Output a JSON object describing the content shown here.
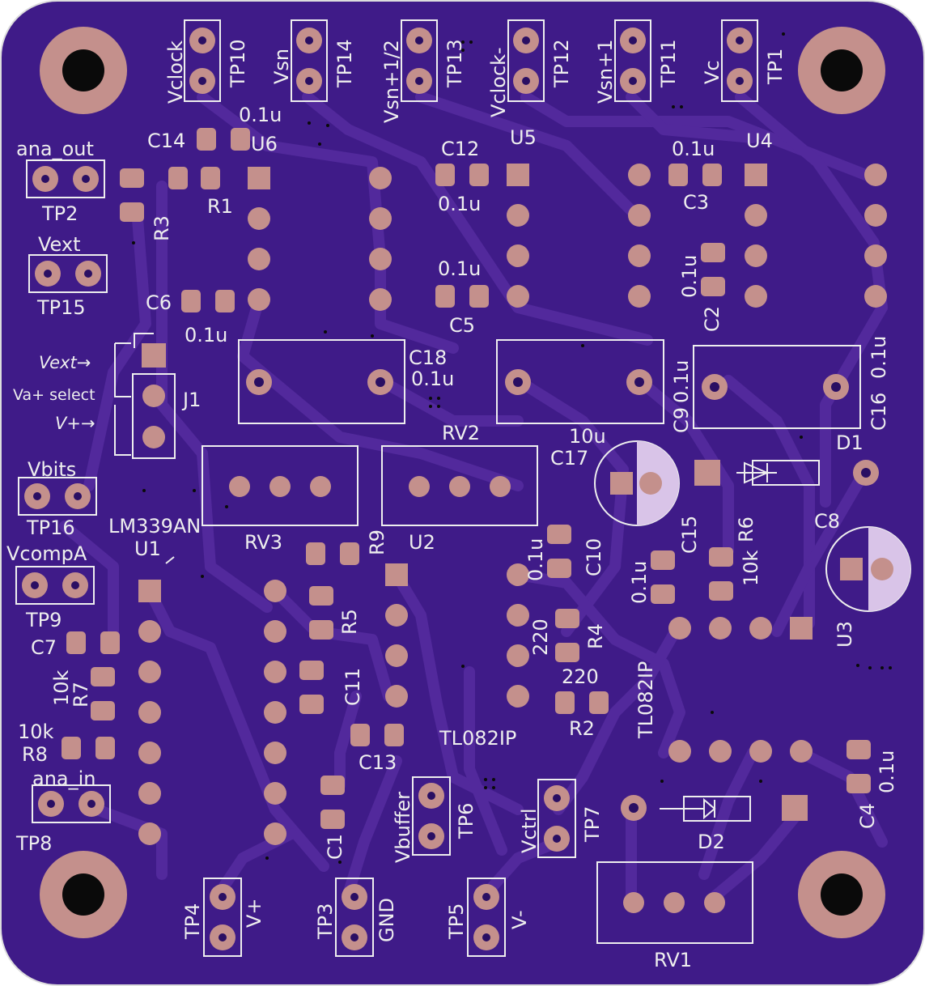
{
  "colors": {
    "board": "#3f1b88",
    "trace": "#52299c",
    "trace_edge": "#2a0f63",
    "silk": "#eeeeee",
    "copper": "#c4908c",
    "drill": "#0a0a0a",
    "outline": "#dddddd"
  },
  "labels": {
    "TP10": "TP10",
    "Vclock": "Vclock",
    "TP14": "TP14",
    "Vsn": "Vsn",
    "TP13": "TP13",
    "Vsn_half": "Vsn+1/2",
    "TP12": "TP12",
    "Vclock_minus": "Vclock-",
    "TP11": "TP11",
    "Vsn_plus1": "Vsn+1",
    "TP1": "TP1",
    "Vc": "Vc",
    "ana_out": "ana_out",
    "TP2": "TP2",
    "Vext": "Vext",
    "TP15": "TP15",
    "C14": "C14",
    "C14_val": "0.1u",
    "U6": "U6",
    "R1": "R1",
    "R3": "R3",
    "C6": "C6",
    "C6_val": "0.1u",
    "C12": "C12",
    "C12_val": "0.1u",
    "U5": "U5",
    "C5": "C5",
    "C5_val": "0.1u",
    "C3": "C3",
    "C3_val": "0.1u",
    "U4": "U4",
    "C2": "C2",
    "C2_val": "0.1u",
    "C18": "C18",
    "C18_val": "0.1u",
    "C9": "C9",
    "C9_val": "0.1u",
    "C16": "C16",
    "C16_val": "0.1u",
    "Vext_arrow": "Vext→",
    "Va_select": "Va+ select",
    "Vplus_arrow": "V+→",
    "J1": "J1",
    "RV2": "RV2",
    "C17": "C17",
    "C17_val": "10u",
    "D1": "D1",
    "Vbits": "Vbits",
    "TP16": "TP16",
    "LM339AN": "LM339AN",
    "RV3": "RV3",
    "R9": "R9",
    "U2": "U2",
    "U1": "U1",
    "VcompA": "VcompA",
    "TP9": "TP9",
    "C10": "C10",
    "C10_val": "0.1u",
    "C15": "C15",
    "C15_val": "0.1u",
    "R6": "R6",
    "R6_val": "10k",
    "C8": "C8",
    "U3": "U3",
    "R5": "R5",
    "R4": "R4",
    "R4_val": "220",
    "R2": "R2",
    "R2_val": "220",
    "C7": "C7",
    "R7": "R7",
    "R7_val": "10k",
    "R8": "R8",
    "R8_val": "10k",
    "C11": "C11",
    "TL082IP_a": "TL082IP",
    "TL082IP_b": "TL082IP",
    "C13": "C13",
    "ana_in": "ana_in",
    "TP8": "TP8",
    "C1": "C1",
    "Vbuffer": "Vbuffer",
    "TP6": "TP6",
    "Vctrl": "Vctrl",
    "TP7": "TP7",
    "D2": "D2",
    "C4": "C4",
    "C4_val": "0.1u",
    "TP4": "TP4",
    "Vplus": "V+",
    "TP3": "TP3",
    "GND": "GND",
    "TP5": "TP5",
    "Vminus": "V-",
    "RV1": "RV1"
  }
}
